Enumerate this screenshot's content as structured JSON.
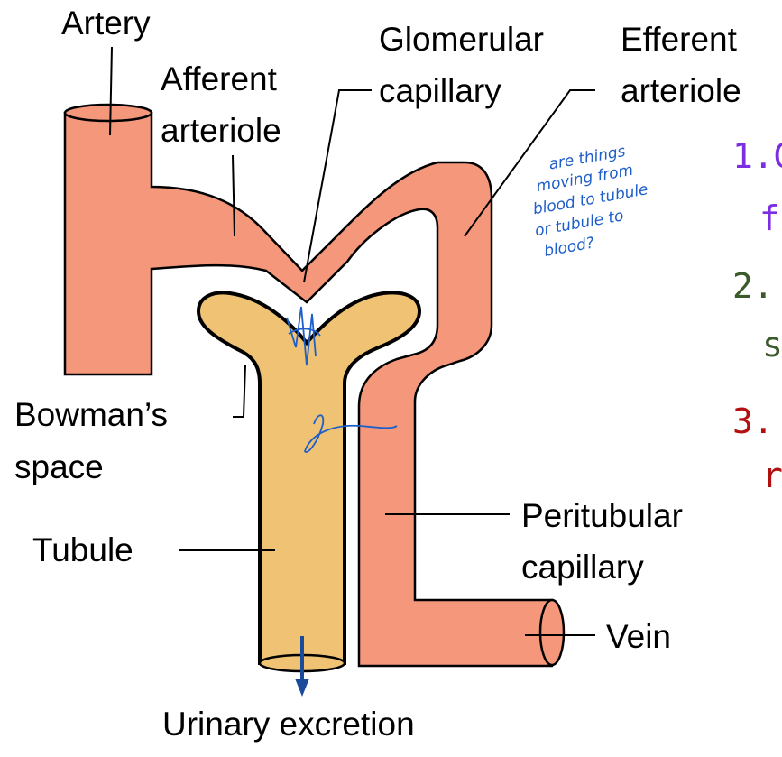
{
  "labels": {
    "artery": "Artery",
    "afferent_line1": "Afferent",
    "afferent_line2": "arteriole",
    "glomerular_line1": "Glomerular",
    "glomerular_line2": "capillary",
    "efferent_line1": "Efferent",
    "efferent_line2": "arteriole",
    "bowmans_line1": "Bowman’s",
    "bowmans_line2": "space",
    "tubule": "Tubule",
    "peritubular_line1": "Peritubular",
    "peritubular_line2": "capillary",
    "vein": "Vein",
    "urinary_excretion": "Urinary excretion"
  },
  "handwritten_note": {
    "lines": [
      "are things",
      "moving from",
      "blood to tubule",
      "or   tubule to",
      "blood?"
    ]
  },
  "side_list": [
    {
      "number": "1.",
      "text_fragment": "G",
      "second_line": "f",
      "color": "#7b2fe0"
    },
    {
      "number": "2.",
      "text_fragment": "",
      "second_line": "s",
      "color": "#3b5a2a"
    },
    {
      "number": "3.",
      "text_fragment": "",
      "second_line": "r",
      "color": "#b30f0f"
    }
  ],
  "colors": {
    "vessel": "#f4977a",
    "tubule": "#efc373",
    "ink_blue": "#1f5fc9",
    "arrow_blue": "#1a4a9a"
  }
}
